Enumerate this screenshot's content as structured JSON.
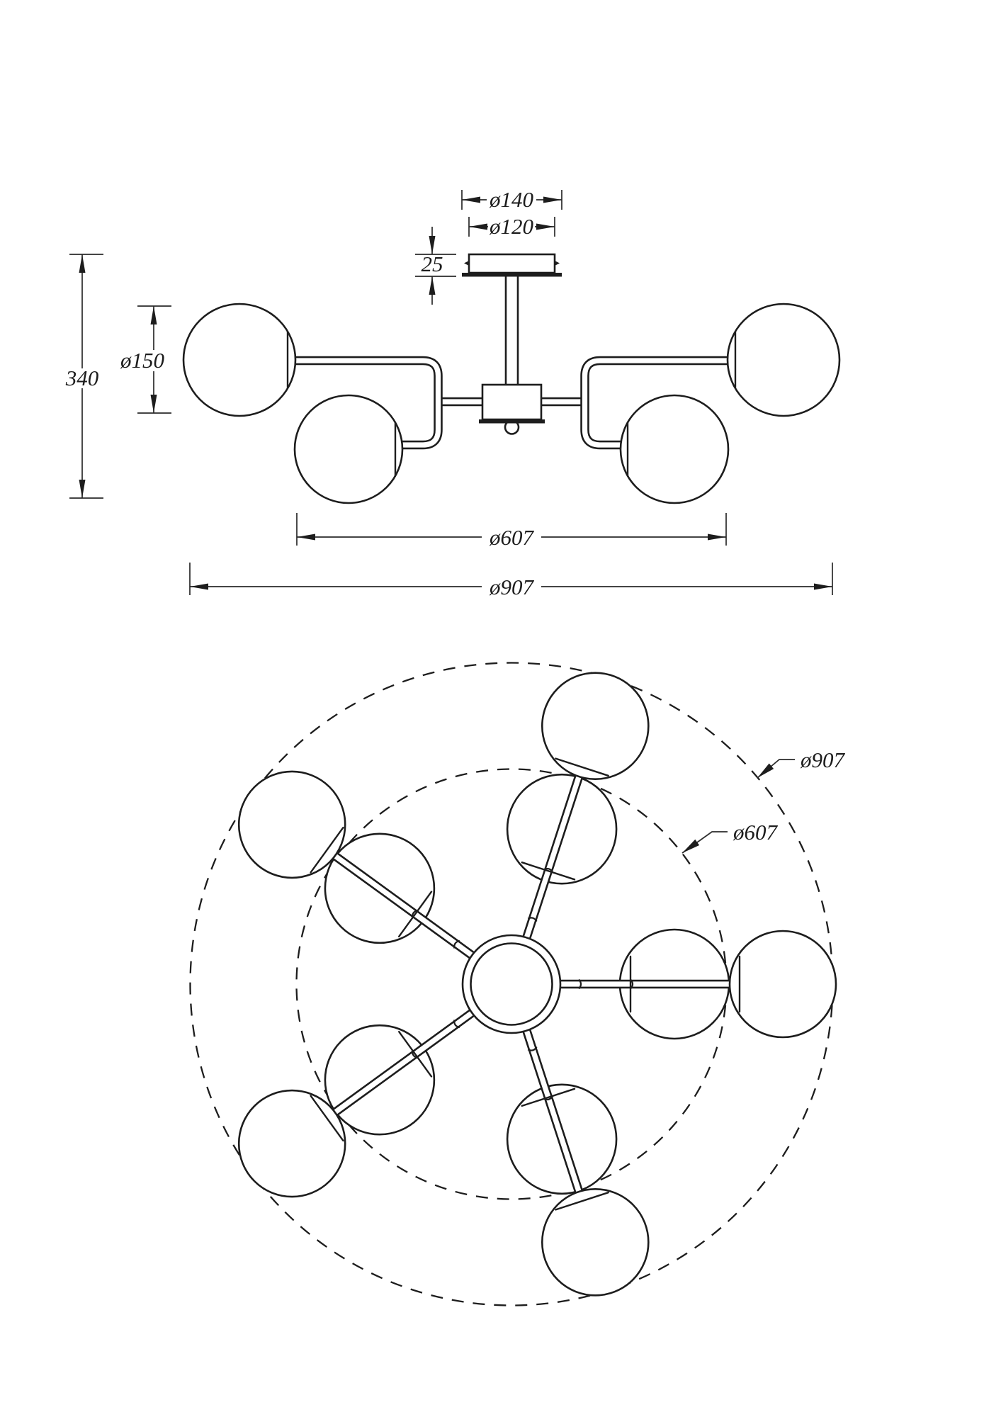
{
  "drawing": {
    "elevation_dims": {
      "canopy_outer": "ø140",
      "canopy_inner": "ø120",
      "canopy_height": "25",
      "fixture_height": "340",
      "globe_diameter": "ø150",
      "inner_globe_span": "ø607",
      "overall_span": "ø907"
    },
    "plan_dims": {
      "overall_circle": "ø907",
      "inner_circle": "ø607"
    },
    "style": {
      "line_color": "#1d1d1d",
      "background": "#ffffff"
    }
  }
}
